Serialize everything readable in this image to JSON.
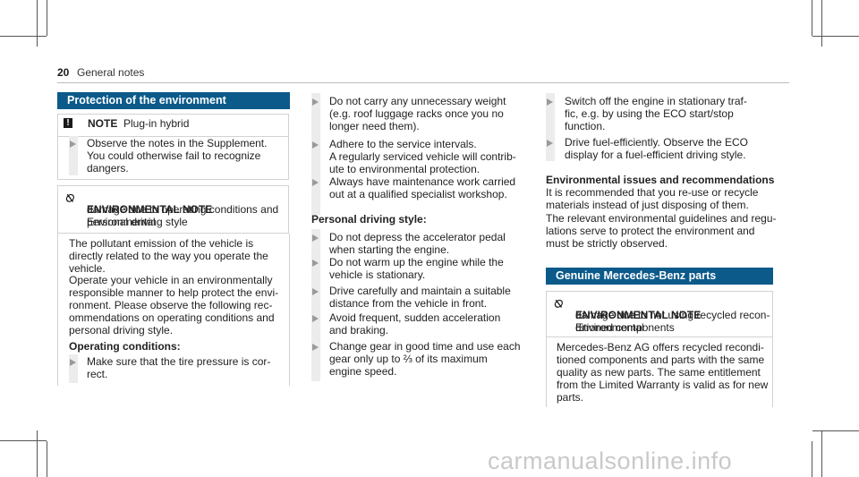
{
  "header": {
    "page_number": "20",
    "title": "General notes"
  },
  "left": {
    "heading": "Protection of the environment",
    "note_label": "NOTE",
    "note_text": "Plug-in hybrid",
    "bullet1": "Observe the notes in the Supplement.\nYou could otherwise fail to recognize\ndangers.",
    "env_label": "ENVIRONMENTAL NOTE",
    "env_text_1": "Environmental",
    "env_text_2": "damage due to operating conditions and\npersonal driving style",
    "para1": "The pollutant emission of the vehicle is\ndirectly related to the way you operate the\nvehicle.",
    "para2": "Operate your vehicle in an environmentally\nresponsible manner to help protect the envi-\nronment. Please observe the following rec-\nommendations on operating conditions and\npersonal driving style.",
    "subhead": "Operating conditions:",
    "bullet2": "Make sure that the tire pressure is cor-\nrect."
  },
  "middle": {
    "bullets_top": [
      "Do not carry any unnecessary weight\n(e.g. roof luggage racks once you no\nlonger need them).",
      "Adhere to the service intervals.\nA regularly serviced vehicle will contrib-\nute to environmental protection.",
      "Always have maintenance work carried\nout at a qualified specialist workshop."
    ],
    "subhead": "Personal driving style:",
    "bullets_bottom": [
      "Do not depress the accelerator pedal\nwhen starting the engine.",
      "Do not warm up the engine while the\nvehicle is stationary.",
      "Drive carefully and maintain a suitable\ndistance from the vehicle in front.",
      "Avoid frequent, sudden acceleration\nand braking.",
      "Change gear in good time and use each\ngear only up to ⅔ of its maximum\nengine speed."
    ]
  },
  "right": {
    "bullets": [
      "Switch off the engine in stationary traf-\nfic, e.g. by using the ECO start/stop\nfunction.",
      "Drive fuel-efficiently. Observe the ECO\ndisplay for a fuel-efficient driving style."
    ],
    "subhead": "Environmental issues and recommendations",
    "para1": "It is recommended that you re-use or recycle\nmaterials instead of just disposing of them.",
    "para2": "The relevant environmental guidelines and regu-\nlations serve to protect the environment and\nmust be strictly observed.",
    "heading2": "Genuine Mercedes-Benz parts",
    "env_label": "ENVIRONMENTAL NOTE",
    "env_text_1": "Environmental",
    "env_text_2": "damage due to not using recycled recon-\nditioned components",
    "para3": "Mercedes-Benz AG offers recycled recondi-\ntioned components and parts with the same\nquality as new parts. The same entitlement\nfrom the Limited Warranty is valid as for new\nparts."
  },
  "watermark": "carmanualsonline.info"
}
